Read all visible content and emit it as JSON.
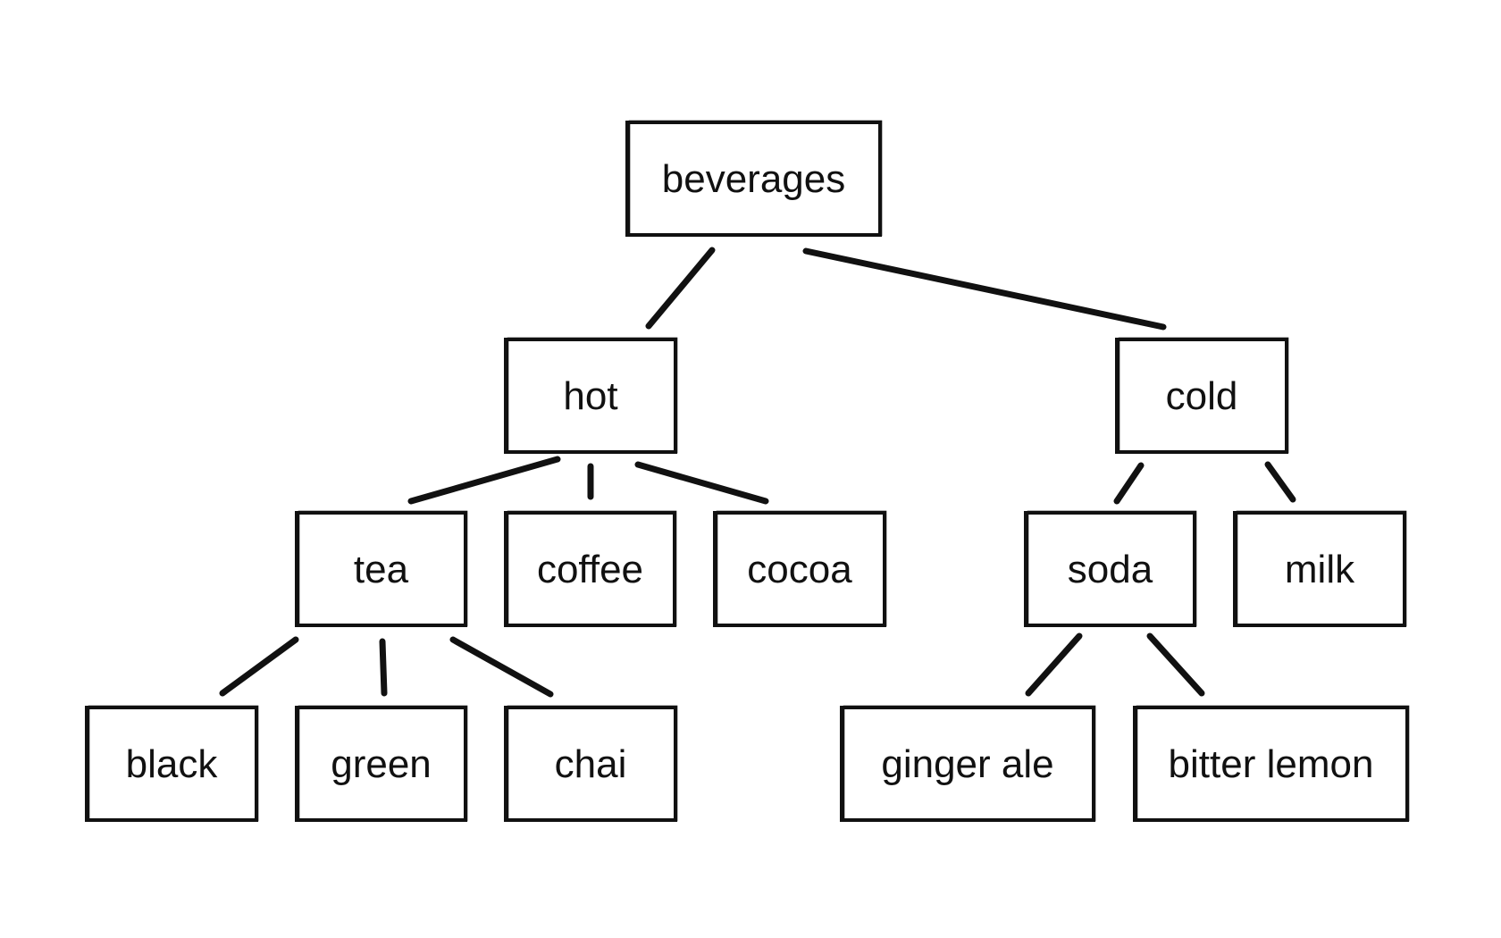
{
  "diagram": {
    "type": "tree",
    "root": "beverages",
    "nodes": [
      {
        "id": "beverages",
        "label": "beverages"
      },
      {
        "id": "hot",
        "label": "hot"
      },
      {
        "id": "cold",
        "label": "cold"
      },
      {
        "id": "tea",
        "label": "tea"
      },
      {
        "id": "coffee",
        "label": "coffee"
      },
      {
        "id": "cocoa",
        "label": "cocoa"
      },
      {
        "id": "soda",
        "label": "soda"
      },
      {
        "id": "milk",
        "label": "milk"
      },
      {
        "id": "black",
        "label": "black"
      },
      {
        "id": "green",
        "label": "green"
      },
      {
        "id": "chai",
        "label": "chai"
      },
      {
        "id": "ginger-ale",
        "label": "ginger ale"
      },
      {
        "id": "bitter-lemon",
        "label": "bitter lemon"
      }
    ],
    "edges": [
      {
        "from": "beverages",
        "to": "hot"
      },
      {
        "from": "beverages",
        "to": "cold"
      },
      {
        "from": "hot",
        "to": "tea"
      },
      {
        "from": "hot",
        "to": "coffee"
      },
      {
        "from": "hot",
        "to": "cocoa"
      },
      {
        "from": "cold",
        "to": "soda"
      },
      {
        "from": "cold",
        "to": "milk"
      },
      {
        "from": "tea",
        "to": "black"
      },
      {
        "from": "tea",
        "to": "green"
      },
      {
        "from": "tea",
        "to": "chai"
      },
      {
        "from": "soda",
        "to": "ginger-ale"
      },
      {
        "from": "soda",
        "to": "bitter-lemon"
      }
    ],
    "colors": {
      "stroke": "#111111",
      "background": "#ffffff",
      "text": "#111111"
    }
  }
}
